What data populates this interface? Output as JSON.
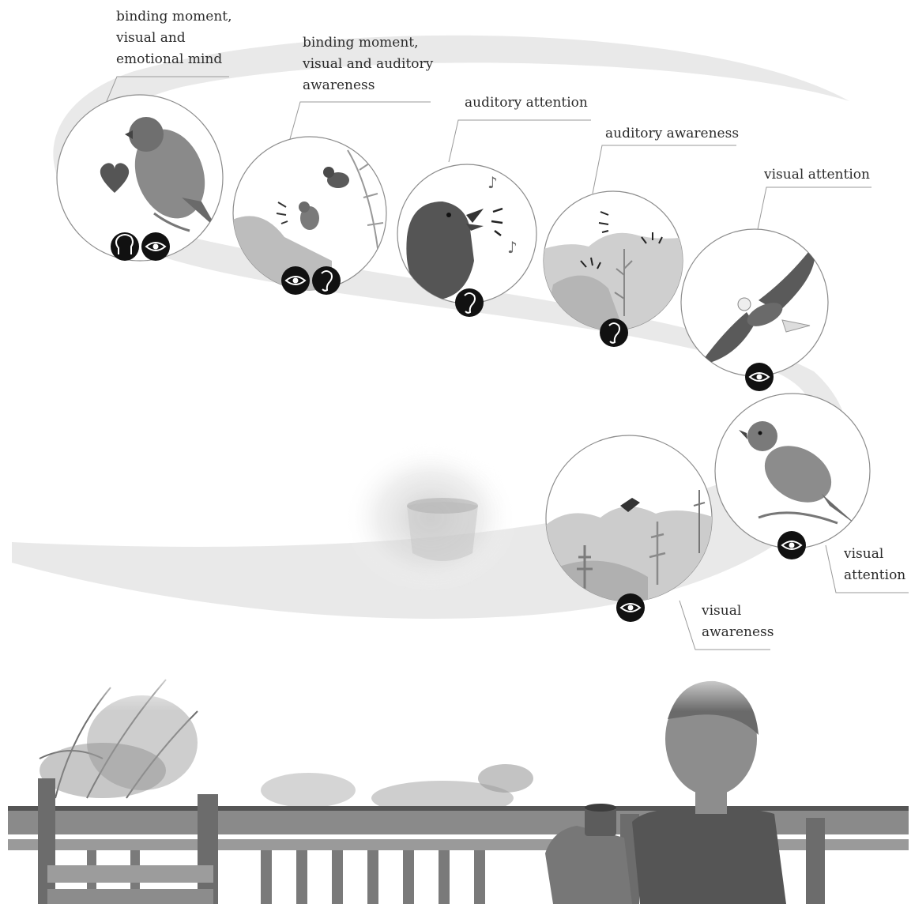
{
  "labels": {
    "binding_visual_emotional": "binding moment,\nvisual and\nemotional mind",
    "binding_visual_auditory": "binding moment,\nvisual and auditory\nawareness",
    "auditory_attention": "auditory attention",
    "auditory_awareness": "auditory awareness",
    "visual_attention_eagle": "visual attention",
    "visual_attention_bird": "visual\nattention",
    "visual_awareness": "visual\nawareness"
  },
  "icons": [
    "heart-icon",
    "mind-head-icon",
    "eye-icon",
    "ear-icon"
  ],
  "colors": {
    "ribbon": "#e9e9e9",
    "circle_border": "#8c8c8c",
    "icon_badge": "#111111",
    "leader_line": "#9a9a9a",
    "heart": "#555555"
  }
}
